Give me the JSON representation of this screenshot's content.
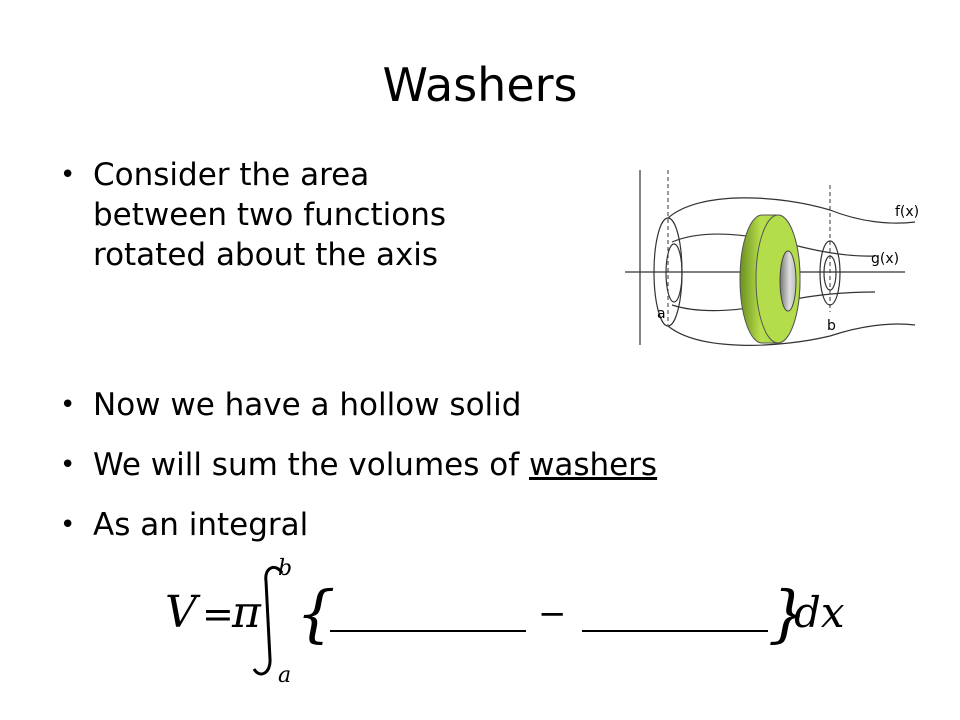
{
  "slide": {
    "title": "Washers",
    "bullets": [
      {
        "lines": [
          "Consider the area",
          "between two functions",
          "rotated about the axis"
        ]
      },
      {
        "text": "Now we have a hollow solid"
      },
      {
        "prefix": "We will sum the volumes of ",
        "underlined": "washers"
      },
      {
        "text": "As an integral"
      }
    ]
  },
  "diagram": {
    "label_f": "f(x)",
    "label_g": "g(x)",
    "label_a": "a",
    "label_b": "b",
    "washer_color": "#a8d33c"
  },
  "formula": {
    "lhs": "V",
    "equals": "=",
    "pi": "π",
    "upper_limit": "b",
    "lower_limit": "a",
    "open_brace": "{",
    "minus": "−",
    "close_brace": "}",
    "differential": "dx"
  }
}
